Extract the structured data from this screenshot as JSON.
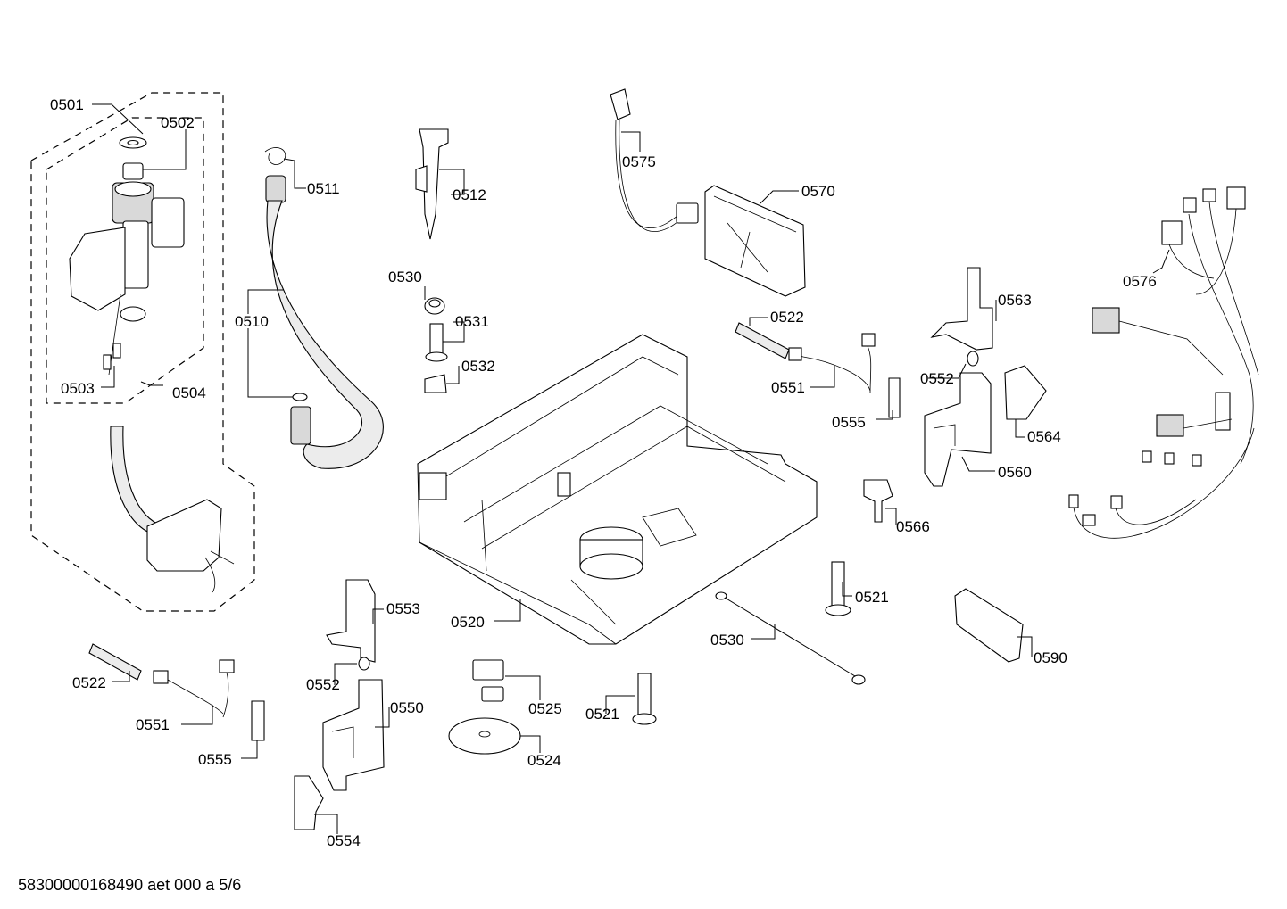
{
  "labels": {
    "p0501": "0501",
    "p0502": "0502",
    "p0503": "0503",
    "p0504": "0504",
    "p0510": "0510",
    "p0511": "0511",
    "p0512": "0512",
    "p0530a": "0530",
    "p0531": "0531",
    "p0532": "0532",
    "p0575": "0575",
    "p0570": "0570",
    "p0576": "0576",
    "p0563": "0563",
    "p0522a": "0522",
    "p0551a": "0551",
    "p0552a": "0552",
    "p0555a": "0555",
    "p0564": "0564",
    "p0560": "0560",
    "p0566": "0566",
    "p0521a": "0521",
    "p0590": "0590",
    "p0530b": "0530",
    "p0520": "0520",
    "p0553": "0553",
    "p0552b": "0552",
    "p0550": "0550",
    "p0522b": "0522",
    "p0551b": "0551",
    "p0555b": "0555",
    "p0554": "0554",
    "p0525": "0525",
    "p0524": "0524",
    "p0521b": "0521"
  },
  "footer": "58300000168490 aet 000 a 5/6"
}
